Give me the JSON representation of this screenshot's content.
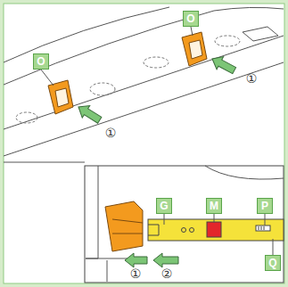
{
  "diagram": {
    "nodes": [
      {
        "text": [
          "O"
        ]
      },
      {
        "text": [
          "O"
        ]
      },
      {
        "text": [
          "G"
        ]
      },
      {
        "text": [
          "M"
        ]
      },
      {
        "text": [
          "P"
        ]
      },
      {
        "text": [
          "Q"
        ]
      }
    ],
    "labels": [
      "①",
      "①",
      "①",
      "②"
    ]
  }
}
